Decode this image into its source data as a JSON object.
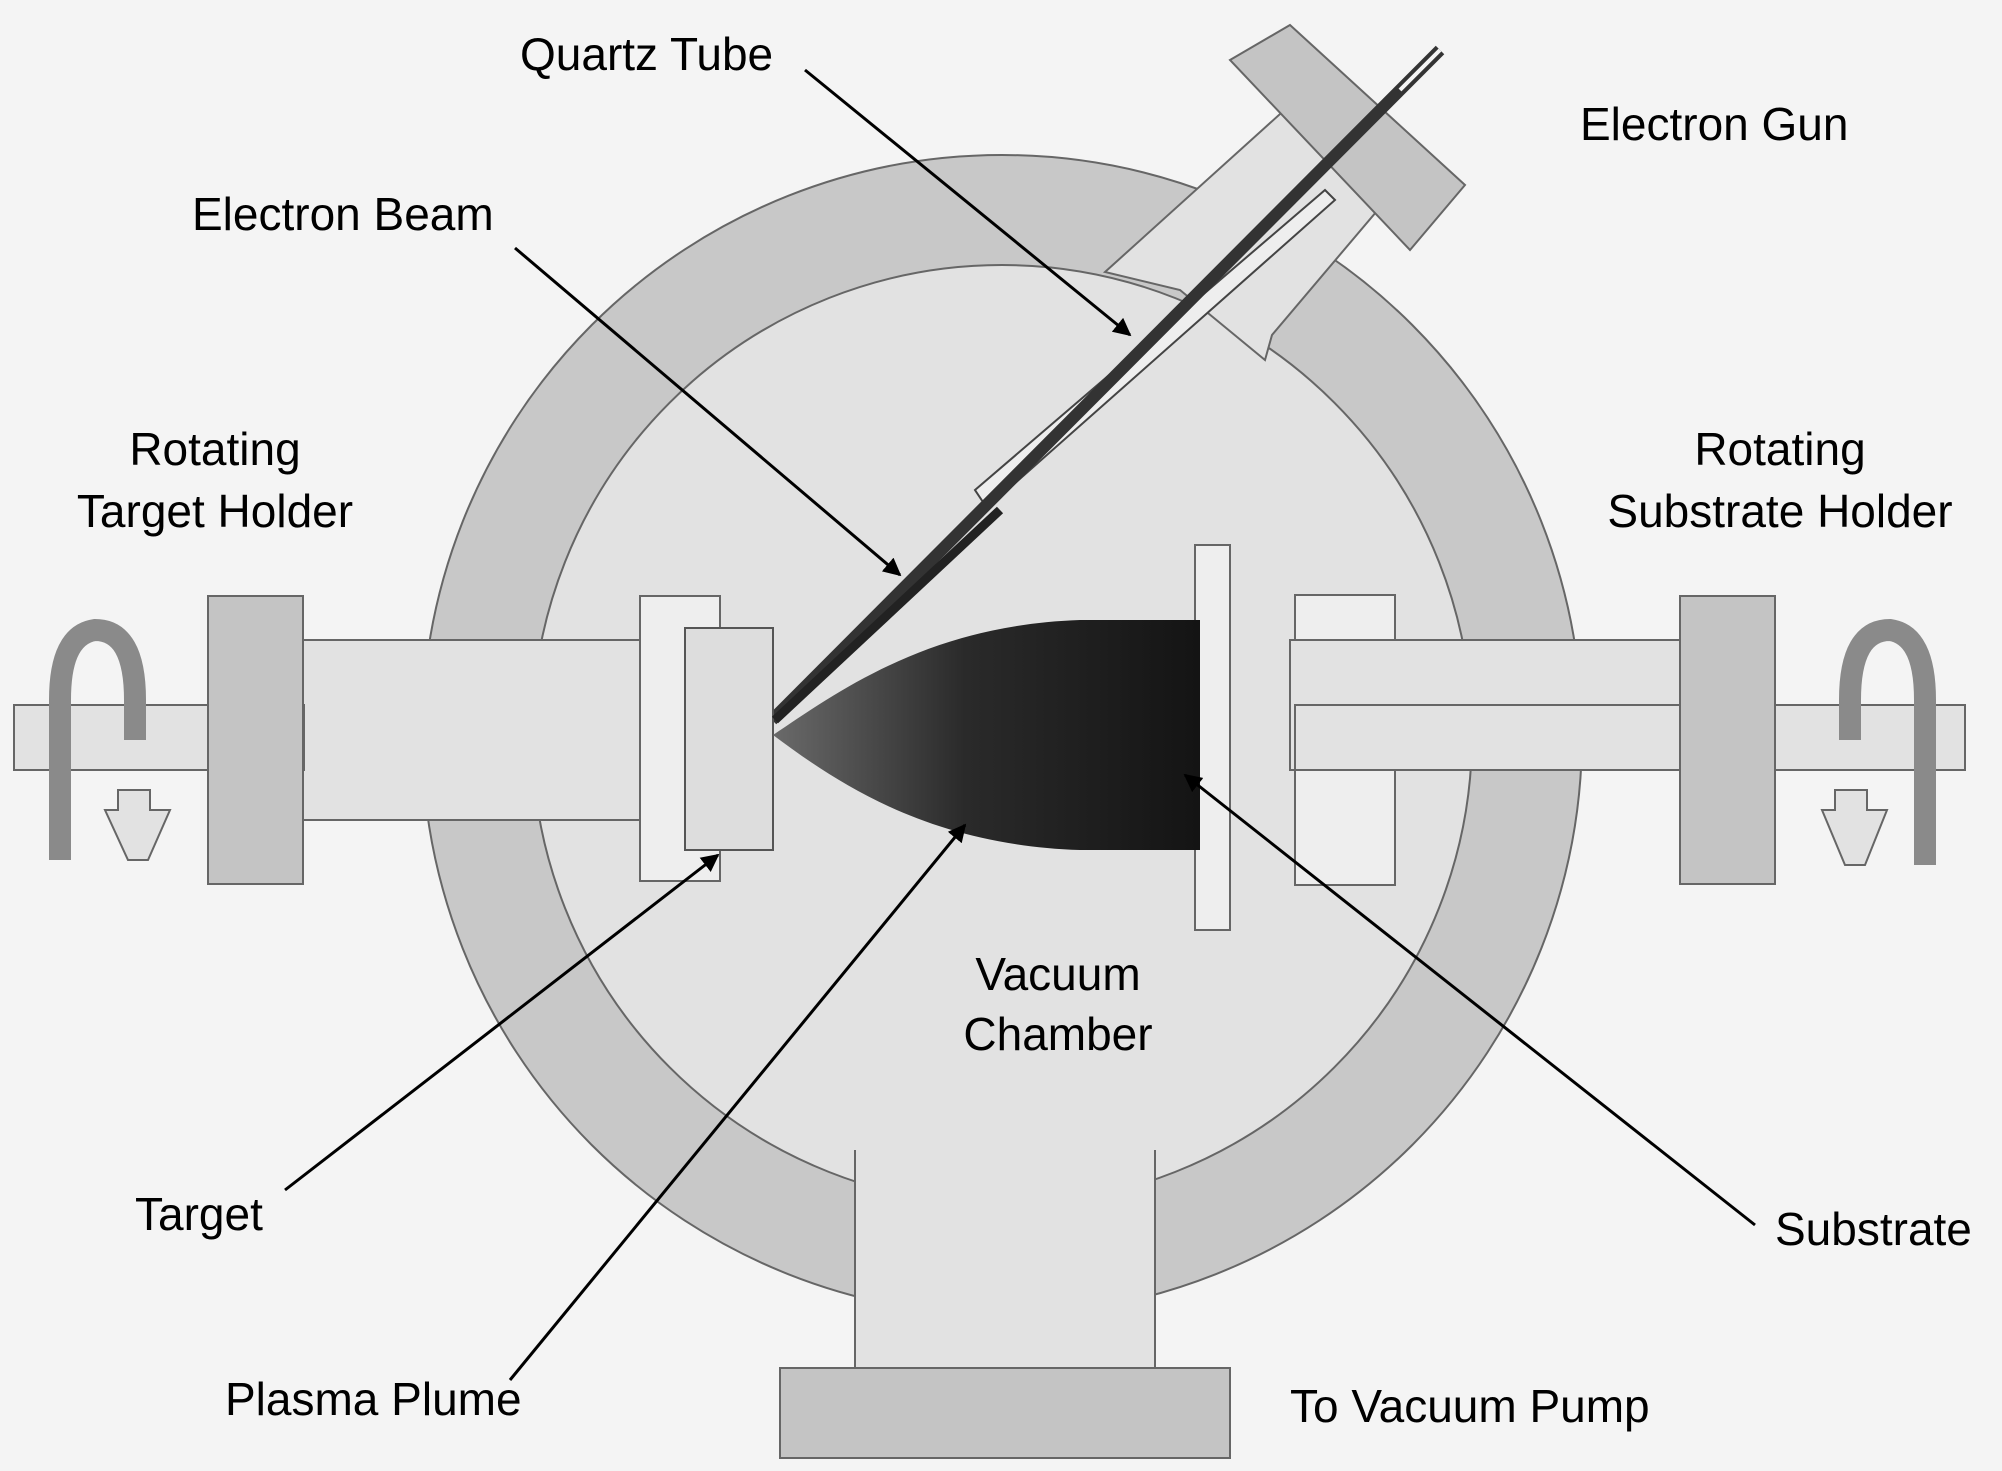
{
  "diagram": {
    "labels": {
      "quartz_tube": "Quartz Tube",
      "electron_gun": "Electron Gun",
      "electron_beam": "Electron Beam",
      "rotating_target_holder": [
        "Rotating",
        "Target Holder"
      ],
      "rotating_substrate_holder": [
        "Rotating",
        "Substrate Holder"
      ],
      "vacuum_chamber": [
        "Vacuum",
        "Chamber"
      ],
      "target": "Target",
      "substrate": "Substrate",
      "plasma_plume": "Plasma Plume",
      "to_vacuum_pump": "To Vacuum Pump"
    },
    "colors": {
      "background": "#f4f4f4",
      "chamber_ring": "#c8c8c8",
      "chamber_inner": "#e2e2e2",
      "part_fill": "#dddddd",
      "flange_fill": "#c4c4c4",
      "beam": "#222222",
      "plume_dark": "#1a1a1a",
      "plume_light": "#6a6a6a",
      "outline": "#555555",
      "arrow_gray": "#8a8a8a"
    }
  }
}
